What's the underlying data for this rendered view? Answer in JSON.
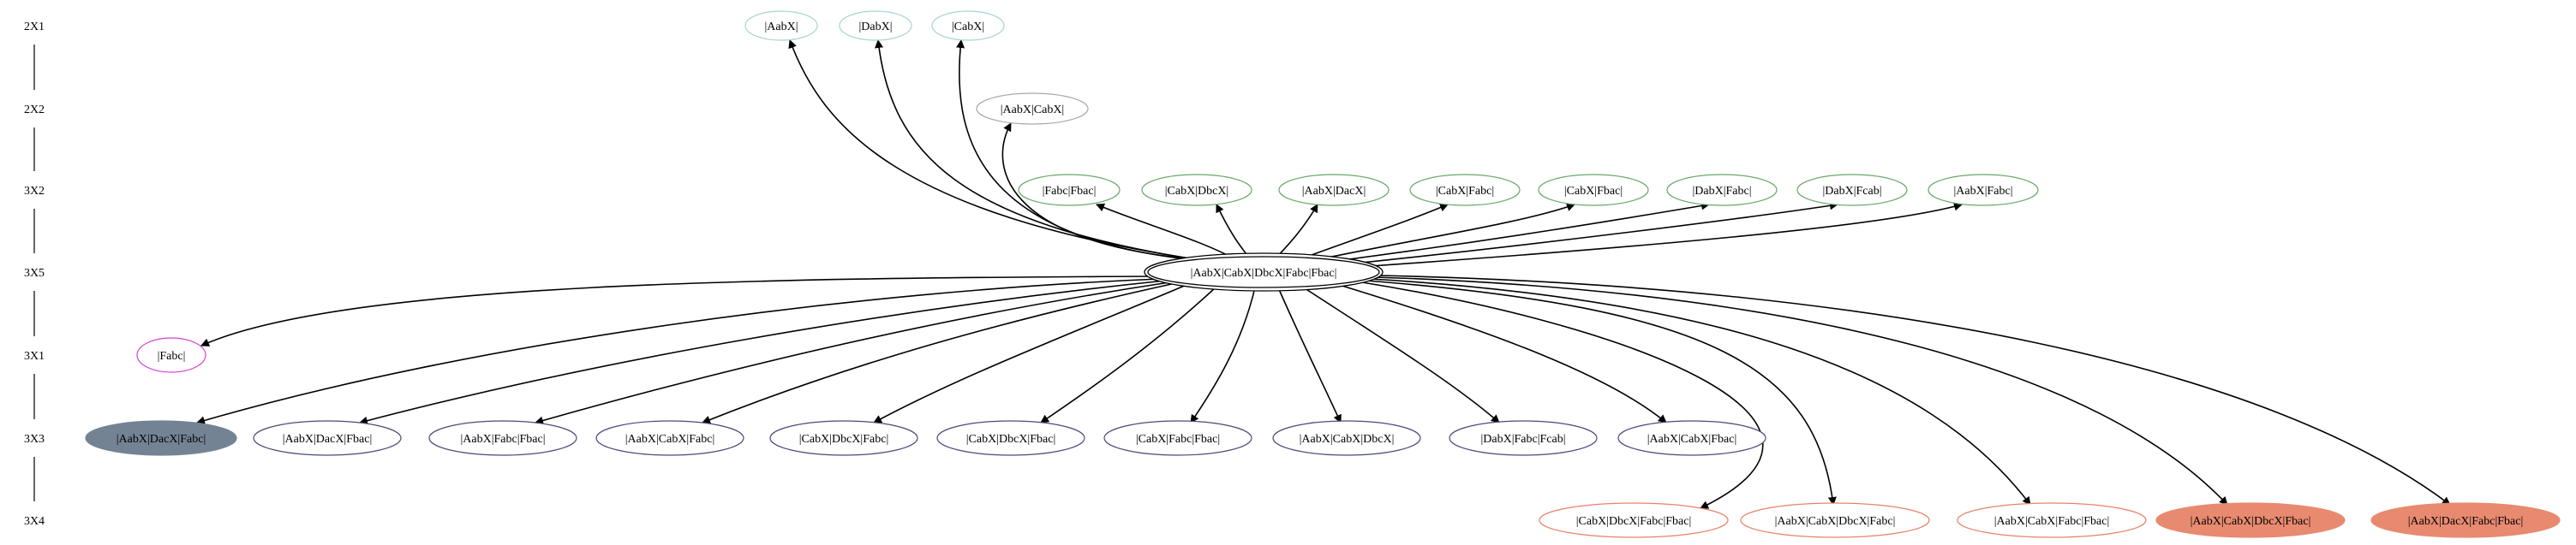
{
  "colors": {
    "edge": "#000000",
    "rank_line": "#000000",
    "teal": "#a8d4d0",
    "grey": "#a8a8a8",
    "green": "#6aa86a",
    "magenta": "#d442d4",
    "navy": "#4a4a7a",
    "fill_dark": "#738394",
    "coral": "#e8836a",
    "fill_coral": "#e88a70",
    "white": "#ffffff"
  },
  "ranks": [
    {
      "id": "r1",
      "label": "2X1"
    },
    {
      "id": "r2",
      "label": "2X2"
    },
    {
      "id": "r3",
      "label": "3X2"
    },
    {
      "id": "r4",
      "label": "3X5"
    },
    {
      "id": "r5",
      "label": "3X1"
    },
    {
      "id": "r6",
      "label": "3X3"
    },
    {
      "id": "r7",
      "label": "3X4"
    }
  ],
  "center": {
    "id": "c",
    "label": "|AabX|CabX|DbcX|Fabc|Fbac|"
  },
  "nodes": [
    {
      "id": "n1",
      "label": "|AabX|",
      "style": "teal"
    },
    {
      "id": "n2",
      "label": "|DabX|",
      "style": "teal"
    },
    {
      "id": "n3",
      "label": "|CabX|",
      "style": "teal"
    },
    {
      "id": "n4",
      "label": "|AabX|CabX|",
      "style": "grey"
    },
    {
      "id": "n5",
      "label": "|Fabc|Fbac|",
      "style": "green"
    },
    {
      "id": "n6",
      "label": "|CabX|DbcX|",
      "style": "green"
    },
    {
      "id": "n7",
      "label": "|AabX|DacX|",
      "style": "green"
    },
    {
      "id": "n8",
      "label": "|CabX|Fabc|",
      "style": "green"
    },
    {
      "id": "n9",
      "label": "|CabX|Fbac|",
      "style": "green"
    },
    {
      "id": "n10",
      "label": "|DabX|Fabc|",
      "style": "green"
    },
    {
      "id": "n11",
      "label": "|DabX|Fcab|",
      "style": "green"
    },
    {
      "id": "n12",
      "label": "|AabX|Fabc|",
      "style": "green"
    },
    {
      "id": "n13",
      "label": "|Fabc|",
      "style": "magenta"
    },
    {
      "id": "n14",
      "label": "|AabX|DacX|Fabc|",
      "style": "dark"
    },
    {
      "id": "n15",
      "label": "|AabX|DacX|Fbac|",
      "style": "navy"
    },
    {
      "id": "n16",
      "label": "|AabX|Fabc|Fbac|",
      "style": "navy"
    },
    {
      "id": "n17",
      "label": "|AabX|CabX|Fabc|",
      "style": "navy"
    },
    {
      "id": "n18",
      "label": "|CabX|DbcX|Fabc|",
      "style": "navy"
    },
    {
      "id": "n19",
      "label": "|CabX|DbcX|Fbac|",
      "style": "navy"
    },
    {
      "id": "n20",
      "label": "|CabX|Fabc|Fbac|",
      "style": "navy"
    },
    {
      "id": "n21",
      "label": "|AabX|CabX|DbcX|",
      "style": "navy"
    },
    {
      "id": "n22",
      "label": "|DabX|Fabc|Fcab|",
      "style": "navy"
    },
    {
      "id": "n23",
      "label": "|AabX|CabX|Fbac|",
      "style": "navy"
    },
    {
      "id": "n24",
      "label": "|CabX|DbcX|Fabc|Fbac|",
      "style": "coral"
    },
    {
      "id": "n25",
      "label": "|AabX|CabX|DbcX|Fabc|",
      "style": "coral"
    },
    {
      "id": "n26",
      "label": "|AabX|CabX|Fabc|Fbac|",
      "style": "coral"
    },
    {
      "id": "n27",
      "label": "|AabX|CabX|DbcX|Fbac|",
      "style": "coral-fill"
    },
    {
      "id": "n28",
      "label": "|AabX|DacX|Fabc|Fbac|",
      "style": "coral-fill"
    }
  ],
  "edges": [
    "n1",
    "n2",
    "n3",
    "n4",
    "n5",
    "n6",
    "n7",
    "n8",
    "n9",
    "n10",
    "n11",
    "n12",
    "n13",
    "n14",
    "n15",
    "n16",
    "n17",
    "n18",
    "n19",
    "n20",
    "n21",
    "n22",
    "n23",
    "n24",
    "n25",
    "n26",
    "n27",
    "n28"
  ]
}
